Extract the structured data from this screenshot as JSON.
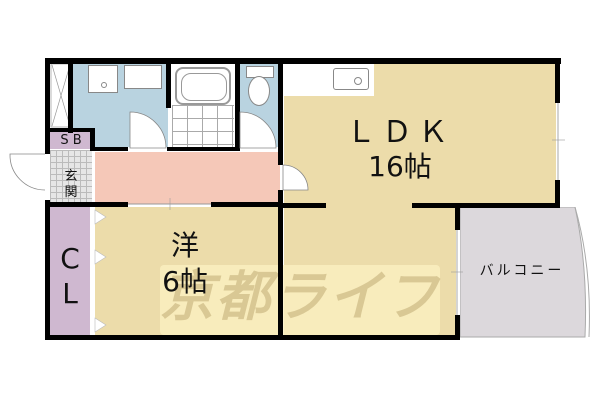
{
  "floorplan": {
    "colors": {
      "wall": "#000000",
      "wet_area": "#b9d3e0",
      "corridor": "#f5c8b8",
      "living": "#ecdcaa",
      "storage": "#cfb8d0",
      "balcony": "#dcd8dc",
      "entrance_tile": "#d8d8d8",
      "watermark_bg": "#fbf0c0",
      "watermark_text": "#d9c894"
    },
    "rooms": {
      "ldk": {
        "name": "ＬＤＫ",
        "size": "16帖"
      },
      "western": {
        "name": "洋",
        "size": "6帖"
      },
      "closet": {
        "name_line1": "C",
        "name_line2": "L"
      },
      "shoe_box": {
        "name": "S B"
      },
      "entrance": {
        "name_line1": "玄",
        "name_line2": "関"
      },
      "balcony": {
        "name": "バルコニー"
      }
    },
    "fixtures": {
      "washer": "washing-machine-pan",
      "sink": "wash-basin",
      "bathtub": "bathtub",
      "toilet": "toilet",
      "kitchen_sink": "kitchen-sink"
    },
    "watermark": {
      "text": "京都ライフ"
    }
  }
}
